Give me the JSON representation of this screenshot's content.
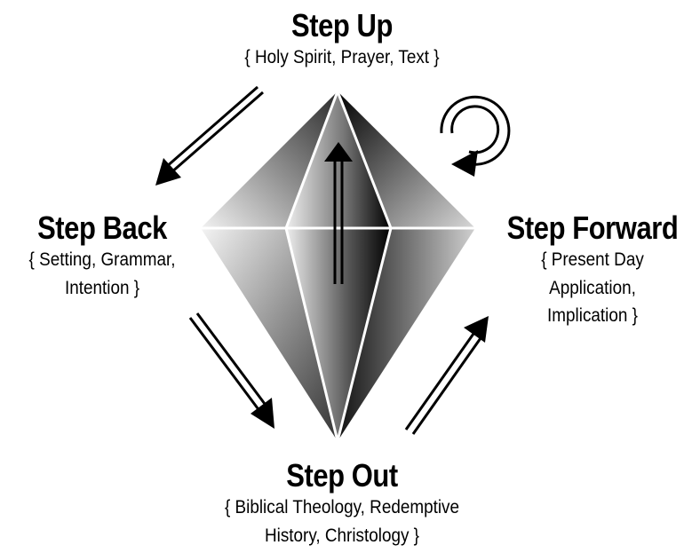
{
  "steps": {
    "up": {
      "title": "Step Up",
      "lines": [
        "{ Holy Spirit, Prayer, Text }"
      ]
    },
    "back": {
      "title": "Step Back",
      "lines": [
        "{ Setting, Grammar,",
        "Intention }"
      ]
    },
    "forward": {
      "title": "Step Forward",
      "lines": [
        "{ Present Day",
        "Application,",
        "Implication }"
      ]
    },
    "out": {
      "title": "Step Out",
      "lines": [
        "{ Biblical Theology, Redemptive",
        "History, Christology }"
      ]
    }
  },
  "colors": {
    "ink": "#000000",
    "background": "#ffffff"
  },
  "icons": [
    "double-arrow-icon",
    "cycle-arrow-icon",
    "diamond-gem"
  ]
}
